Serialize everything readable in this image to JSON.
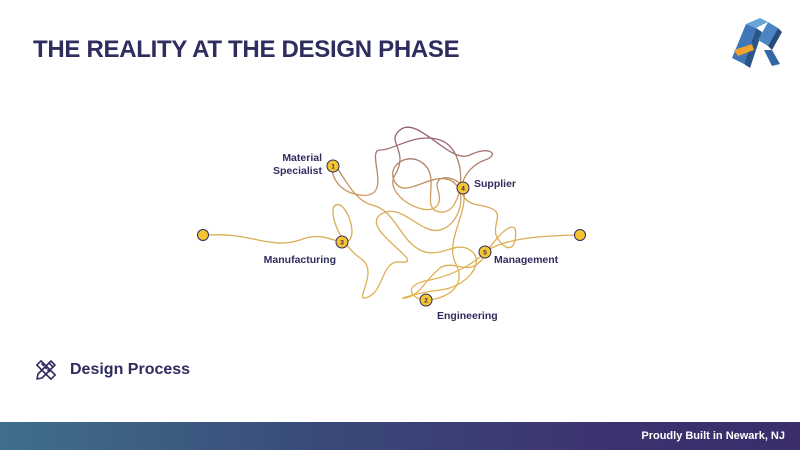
{
  "header": {
    "title": "THE REALITY AT THE DESIGN PHASE",
    "logo_icon": "brand-logo-icon"
  },
  "diagram": {
    "nodes": [
      {
        "number": "1",
        "label_lines": [
          "Material",
          "Specialist"
        ]
      },
      {
        "number": "2",
        "label_lines": [
          "Engineering"
        ]
      },
      {
        "number": "3",
        "label_lines": [
          "Manufacturing"
        ]
      },
      {
        "number": "4",
        "label_lines": [
          "Supplier"
        ]
      },
      {
        "number": "5",
        "label_lines": [
          "Management"
        ]
      }
    ]
  },
  "section": {
    "icon": "pencil-ruler-icon",
    "label": "Design Process"
  },
  "footer": {
    "text": "Proudly Built in Newark, NJ"
  },
  "colors": {
    "title": "#2f2c5e",
    "line_start": "#3a3f8f",
    "line_end": "#2f2c7a",
    "node_fill": "#f5c531",
    "scribble_a": "#e3b24a",
    "scribble_b": "#8b5a7a"
  }
}
